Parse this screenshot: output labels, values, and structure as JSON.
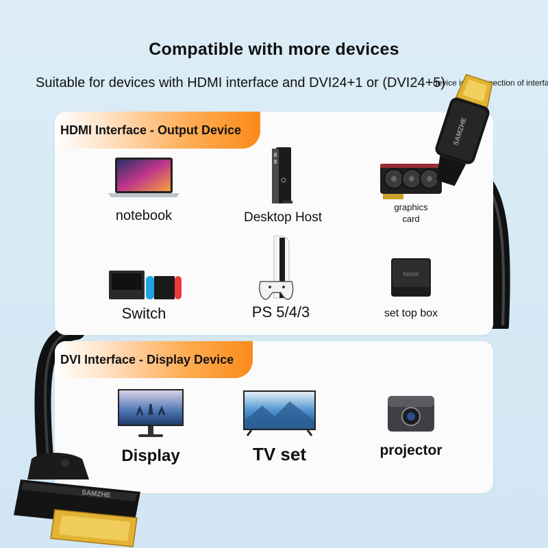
{
  "heading": "Compatible with more devices",
  "subheading": {
    "main": "Suitable for devices with HDMI interface and DVI24+1 or (DVI24+5)",
    "tail": "device interconnection of interfaces"
  },
  "hdmi_section": {
    "label": "HDMI Interface - Output Device",
    "devices": [
      {
        "label": "notebook"
      },
      {
        "label": "Desktop Host"
      },
      {
        "label_line1": "graphics",
        "label_line2": "card"
      },
      {
        "label": "Switch"
      },
      {
        "label": "PS 5/4/3"
      },
      {
        "label": "set top box"
      }
    ]
  },
  "dvi_section": {
    "label": "DVI Interface - Display Device",
    "devices": [
      {
        "label": "Display"
      },
      {
        "label": "TV set"
      },
      {
        "label": "projector"
      }
    ]
  },
  "brand_marks": {
    "hdmi_plug": "SAMZHE",
    "dvi_plug": "SAMZHE",
    "set_top_box": "honor"
  },
  "colors": {
    "accent_orange": "#fb8a1a",
    "background": "#d6e9f5",
    "cable_black": "#111111",
    "connector_gold": "#e2b233"
  }
}
